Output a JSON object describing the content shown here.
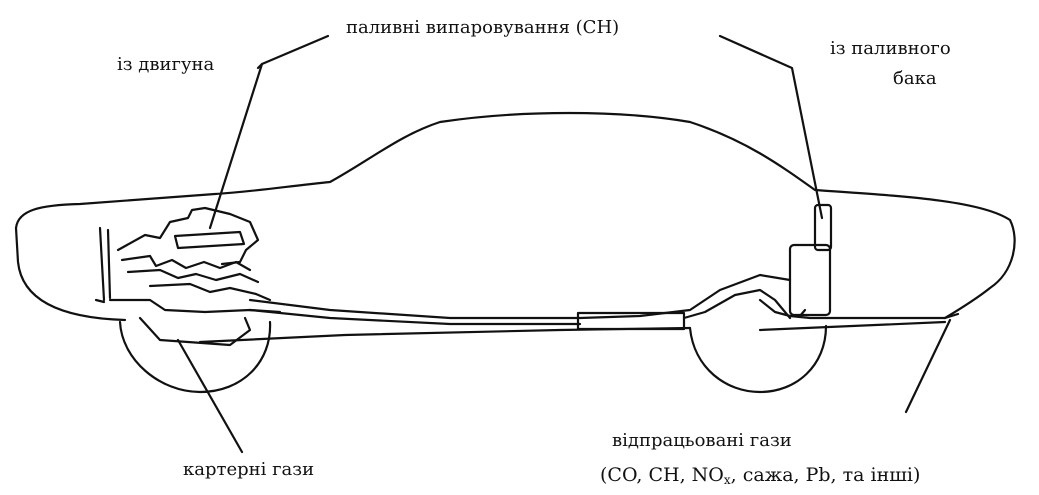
{
  "labels": {
    "from_engine": "із двигуна",
    "fuel_vapors": "паливні випаровування (CH)",
    "from_tank_line1": "із паливного",
    "from_tank_line2": "бака",
    "crankcase_gases": "картерні гази",
    "exhaust_line1": "відпрацьовані гази",
    "exhaust_line2": {
      "part1": "(CO, CH, NO",
      "sub": "x",
      "part2": ", сажа, Pb, та інші)"
    }
  }
}
